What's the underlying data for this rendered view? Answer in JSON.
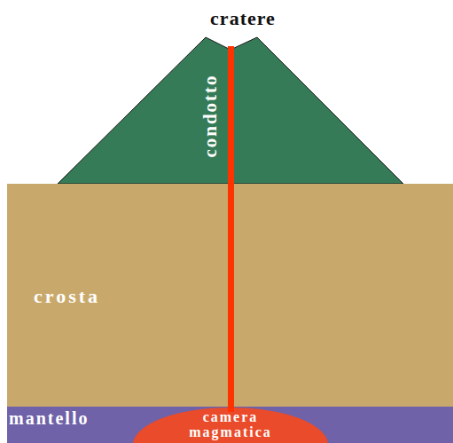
{
  "diagram": {
    "nodes": [
      {
        "text": [
          "condotto"
        ]
      },
      {
        "text": [
          "crosta"
        ]
      },
      {
        "text": [
          "mantello"
        ]
      },
      {
        "text": [
          "camera magmatica"
        ],
        "in": 2
      }
    ],
    "labels": [
      "cratere"
    ]
  }
}
